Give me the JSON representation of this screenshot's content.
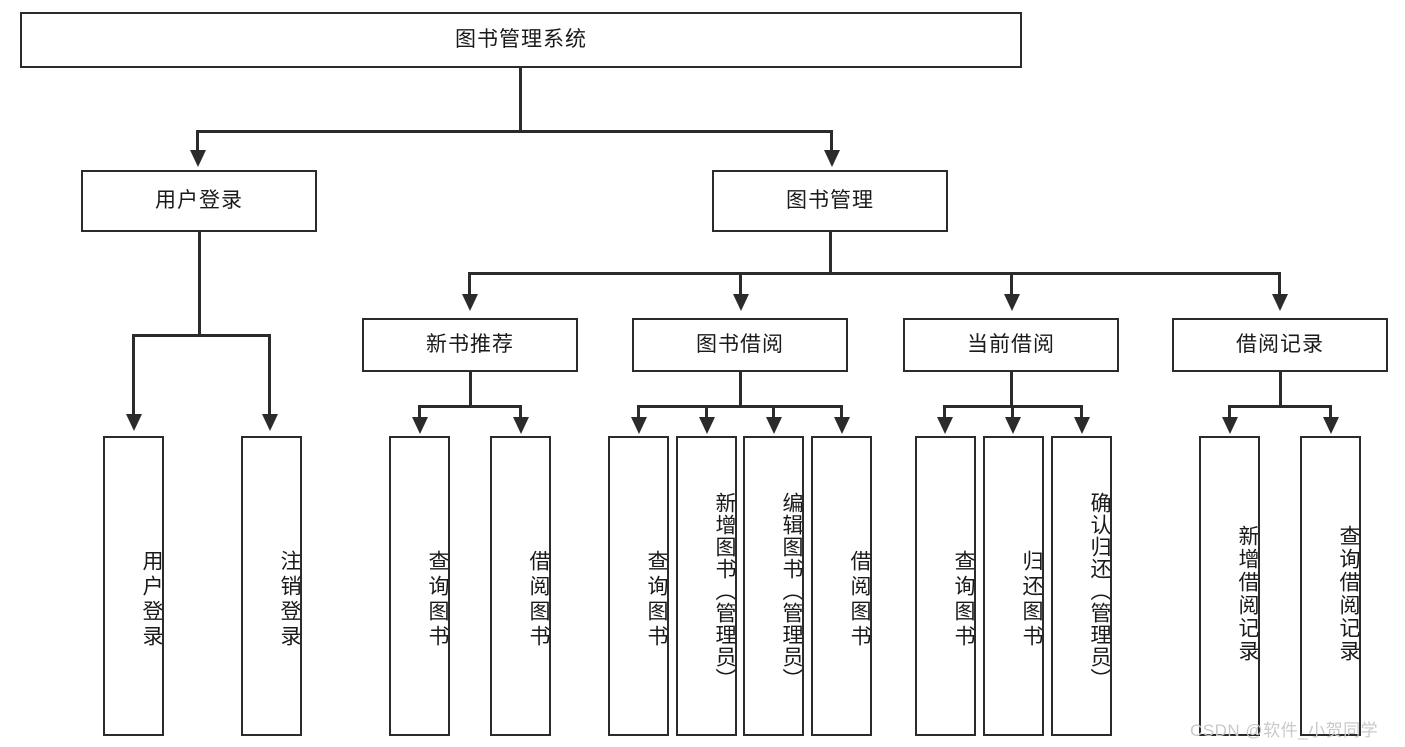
{
  "diagram": {
    "title": "图书管理系统",
    "type": "hierarchy-tree",
    "root": {
      "label": "图书管理系统"
    },
    "level2": [
      {
        "label": "用户登录"
      },
      {
        "label": "图书管理"
      }
    ],
    "level3": [
      {
        "label": "新书推荐"
      },
      {
        "label": "图书借阅"
      },
      {
        "label": "当前借阅"
      },
      {
        "label": "借阅记录"
      }
    ],
    "leaves": {
      "user_login": [
        {
          "label": "用户登录"
        },
        {
          "label": "注销登录"
        }
      ],
      "new_book_recommend": [
        {
          "label": "查询图书"
        },
        {
          "label": "借阅图书"
        }
      ],
      "book_borrow": [
        {
          "label": "查询图书"
        },
        {
          "label": "新增图书（管理员）"
        },
        {
          "label": "编辑图书（管理员）"
        },
        {
          "label": "借阅图书"
        }
      ],
      "current_borrow": [
        {
          "label": "查询图书"
        },
        {
          "label": "归还图书"
        },
        {
          "label": "确认归还（管理员）"
        }
      ],
      "borrow_record": [
        {
          "label": "新增借阅记录"
        },
        {
          "label": "查询借阅记录"
        }
      ]
    }
  },
  "watermark": {
    "text": "CSDN @软件_小贺同学"
  },
  "colors": {
    "stroke": "#2b2b2b",
    "background": "#ffffff",
    "text": "#1a1a1a",
    "watermark": "#c9c9c9"
  }
}
